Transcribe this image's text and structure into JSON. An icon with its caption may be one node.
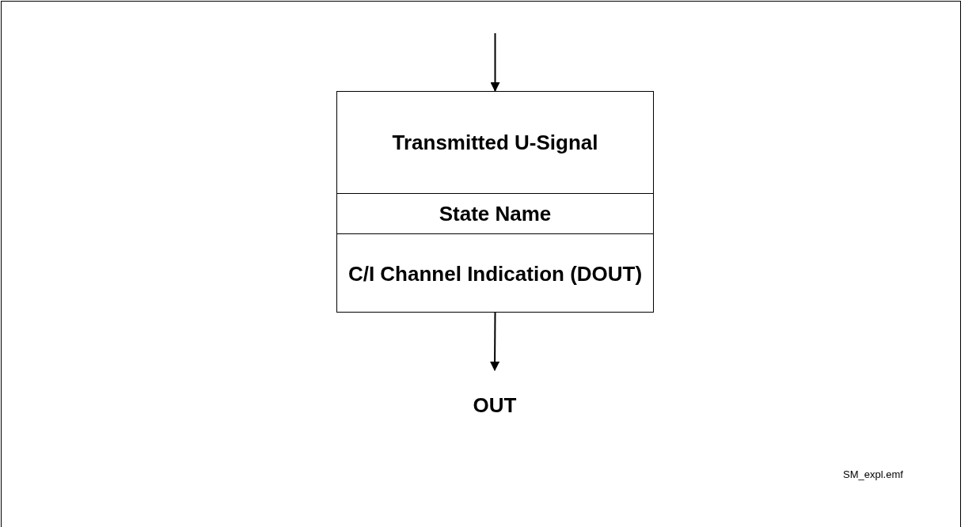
{
  "diagram": {
    "nodes": [
      {
        "text": [
          "Transmitted U-Signal",
          "State Name",
          "C/I Channel Indication (DOUT)"
        ]
      },
      {
        "text": [
          "OUT"
        ]
      }
    ],
    "edges": [
      {
        "from": null,
        "to": 0,
        "arrow": "to"
      },
      {
        "from": 0,
        "to": 1,
        "arrow": "to"
      }
    ],
    "labels": [
      "SM_expl.emf"
    ]
  }
}
